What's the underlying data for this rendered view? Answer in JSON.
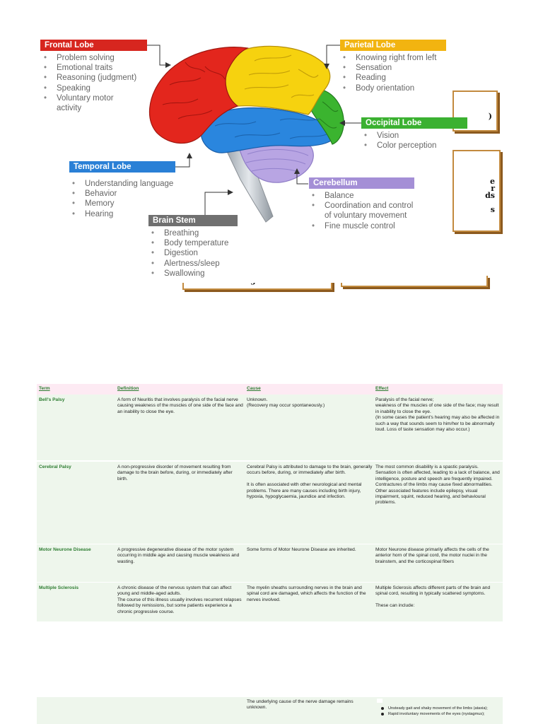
{
  "diagram": {
    "frontal": {
      "title": "Frontal Lobe",
      "color": "#d7261f",
      "items": [
        "Problem solving",
        "Emotional traits",
        "Reasoning (judgment)",
        "Speaking",
        "Voluntary motor\n activity"
      ]
    },
    "parietal": {
      "title": "Parietal Lobe",
      "color": "#f2b410",
      "items": [
        "Knowing right from left",
        "Sensation",
        "Reading",
        "Body orientation"
      ]
    },
    "occipital": {
      "title": "Occipital Lobe",
      "color": "#3bb131",
      "items": [
        "Vision",
        "Color perception"
      ]
    },
    "temporal": {
      "title": "Temporal Lobe",
      "color": "#2a80d6",
      "items": [
        "Understanding language",
        "Behavior",
        "Memory",
        "Hearing"
      ]
    },
    "cerebellum": {
      "title": "Cerebellum",
      "color": "#a48fd6",
      "items": [
        "Balance",
        "Coordination and control\nof voluntary movement",
        "Fine muscle control"
      ]
    },
    "brainstem": {
      "title": "Brain Stem",
      "color": "#707070",
      "items": [
        "Breathing",
        "Body temperature",
        "Digestion",
        "Alertness/sleep",
        "Swallowing"
      ]
    },
    "card_text": {
      "right_top": ")",
      "right_mid": "e\nr\nds\n\ns",
      "bottom_left": "right"
    }
  },
  "table": {
    "headers": [
      "Term",
      "Definition",
      "Cause",
      "Effect"
    ],
    "rows": [
      {
        "term": "Bell's Palsy",
        "definition": "A form of Neuritis that involves paralysis of the facial nerve causing weakness of the muscles of one side of the face and an inability to close the eye.",
        "cause": "Unknown.\n(Recovery may occur spontaneously.)",
        "effect": "Paralysis of the facial nerve;\nweakness of the muscles of one side of the face; may result in inability to close the eye.\n(In some cases the patient's hearing may also be affected in such a way that sounds seem to him/her to be abnormally loud. Loss of taste sensation may also occur.)"
      },
      {
        "term": "Cerebral Palsy",
        "definition": "A non-progressive disorder of movement resulting from damage to the brain before, during, or immediately after birth.",
        "cause": "Cerebral Palsy is attributed to damage to the brain, generally occurs before, during, or immediately after birth.\n\nIt is often associated with other neurological and mental problems. There are many causes including birth injury, hypoxia, hypoglycaemia, jaundice and infection.",
        "effect": "The most common disability is a spastic paralysis. Sensation is often affected, leading to a lack of balance, and intelligence, posture and speech are frequently impaired. Contractures of the limbs may cause fixed abnormalities.\nOther associated features include epilepsy, visual impairment, squint, reduced hearing, and behavioural problems."
      },
      {
        "term": "Motor Neurone Disease",
        "definition": "A progressive degenerative disease of the motor system occurring in middle age and causing muscle weakness and wasting.",
        "cause": "Some forms of Motor Neurone Disease are inherited.",
        "effect": "Motor Neurone disease primarily affects the cells of the anterior horn of the spinal cord, the motor nuclei in the brainstem, and the corticospinal fibers"
      },
      {
        "term": "Multiple Sclerosis",
        "definition": "A chronic disease of the nervous system that can affect young and middle-aged adults.\nThe course of this illness usually involves recurrent relapses followed by remissions, but some patients experience a chronic progressive course.",
        "cause": "The myelin sheaths surrounding nerves in the brain and spinal cord are damaged, which affects the function of the nerves involved.",
        "effect": "Multiple Sclerosis affects different parts of the brain and spinal cord, resulting in typically scattered symptoms.\n\nThese can include:"
      },
      {
        "term": "",
        "definition": "",
        "cause": "The underlying cause of the nerve damage remains unknown.",
        "effect_items": [
          "Unsteady gait and shaky movement of the limbs (ataxia);",
          "Rapid involuntary movements of the eyes (nystagmus);"
        ]
      }
    ]
  }
}
